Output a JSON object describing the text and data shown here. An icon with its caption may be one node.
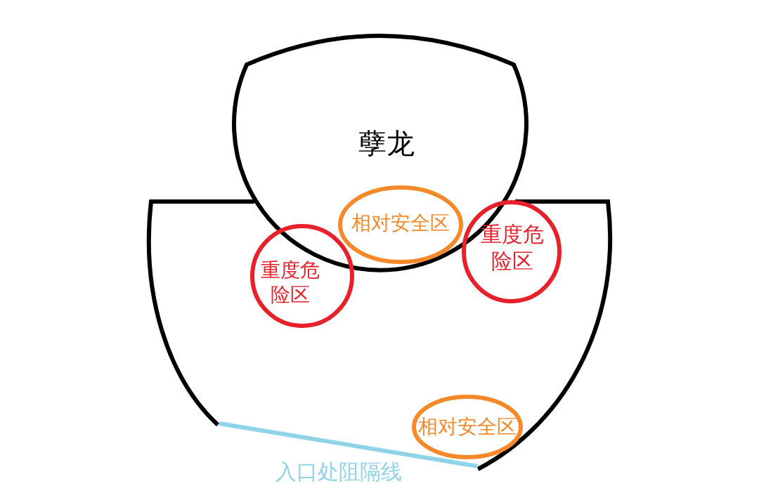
{
  "diagram": {
    "nodes": [
      {
        "text": [
          "孽龙"
        ]
      },
      {
        "text": [
          "相对安全区"
        ],
        "in": 0
      },
      {
        "text": [
          "重度危险区"
        ]
      },
      {
        "text": [
          "重度危险区"
        ]
      },
      {
        "text": [
          "相对安全区"
        ]
      }
    ],
    "labels": [
      "入口处阻隔线"
    ]
  }
}
